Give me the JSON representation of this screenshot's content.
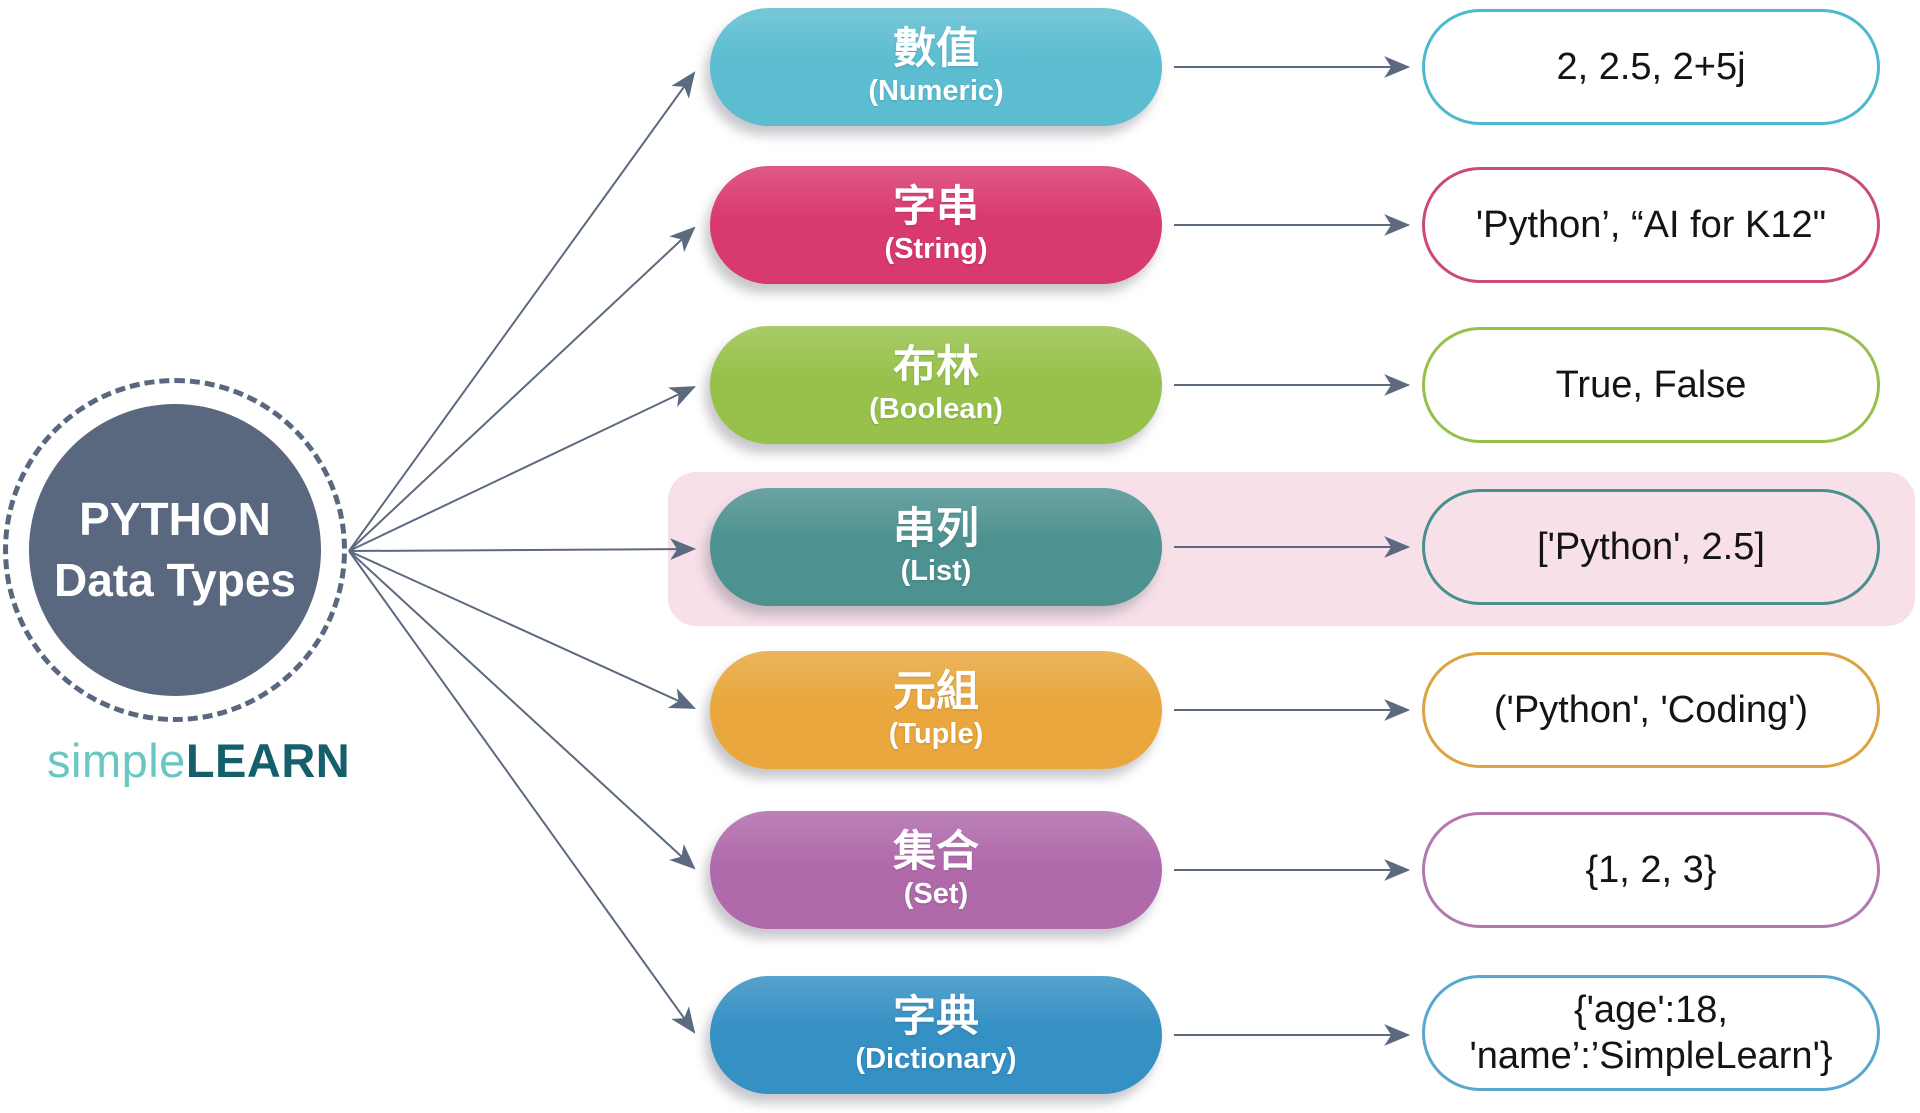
{
  "title": {
    "line1": "PYTHON",
    "line2": "Data Types"
  },
  "logo": {
    "part1": "simple",
    "part2": "LEARN",
    "color1": "#69c6c0",
    "color2": "#145f6b"
  },
  "hub": {
    "fill": "#59687f"
  },
  "arrows": {
    "color": "#5c6a80"
  },
  "highlight": {
    "color": "#f8e0e9"
  },
  "rows": [
    {
      "zh": "數值",
      "en": "(Numeric)",
      "example": "2, 2.5, 2+5j",
      "color": "#5cbdd1",
      "border": "#4db9cf"
    },
    {
      "zh": "字串",
      "en": "(String)",
      "example": "'Python’, “AI for K12\"",
      "color": "#d93a6e",
      "border": "#cc4b74"
    },
    {
      "zh": "布林",
      "en": "(Boolean)",
      "example": "True, False",
      "color": "#97c14b",
      "border": "#97c04b"
    },
    {
      "zh": "串列",
      "en": "(List)",
      "example": "['Python', 2.5]",
      "color": "#4d9290",
      "border": "#4a8f8d"
    },
    {
      "zh": "元組",
      "en": "(Tuple)",
      "example": "('Python', 'Coding')",
      "color": "#e9a73d",
      "border": "#dda33f"
    },
    {
      "zh": "集合",
      "en": "(Set)",
      "example": "{1, 2, 3}",
      "color": "#b06aab",
      "border": "#b478af"
    },
    {
      "zh": "字典",
      "en": "(Dictionary)",
      "example": "{'age':18,\n'name’:’SimpleLearn'}",
      "color": "#3590c3",
      "border": "#58a7cd"
    }
  ]
}
